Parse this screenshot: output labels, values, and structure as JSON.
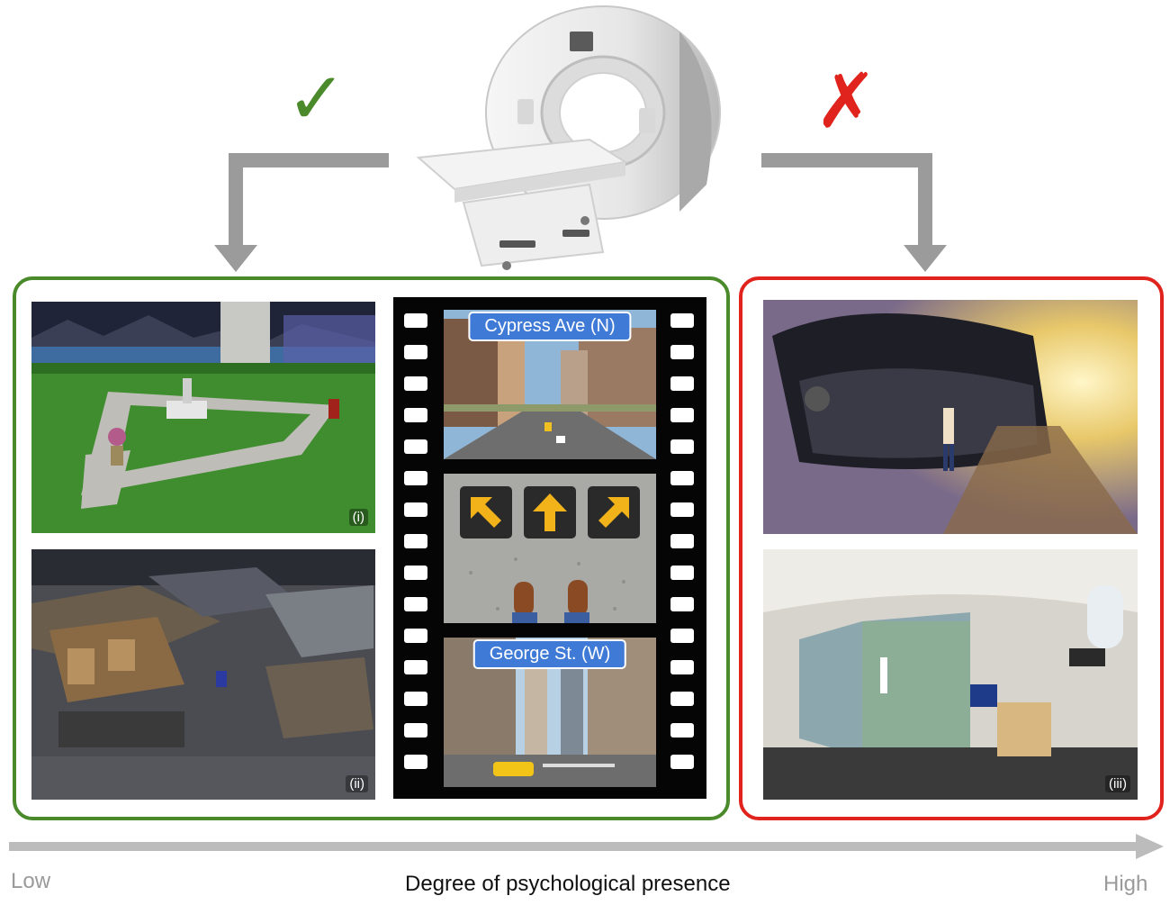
{
  "symbols": {
    "check": "✓",
    "cross": "✗"
  },
  "colors": {
    "check": "#4a8a2a",
    "cross": "#e0231c",
    "left_panel_border": "#4a8a2a",
    "right_panel_border": "#e0231c",
    "arrows": "#9b9b9b",
    "sign": "#3f7bd6"
  },
  "icons": [
    "mri-scanner-image",
    "checkmark-icon",
    "cross-icon",
    "arrow-down-left",
    "arrow-down-right",
    "arrow-up-left-icon",
    "arrow-up-icon",
    "arrow-up-right-icon"
  ],
  "left_panel": {
    "labels": {
      "i": "(i)",
      "ii": "(ii)"
    },
    "film": {
      "top_sign": "Cypress Ave (N)",
      "bottom_sign": "George St. (W)"
    }
  },
  "right_panel": {
    "labels": {
      "iii": "(iii)"
    }
  },
  "axis": {
    "low": "Low",
    "title": "Degree of psychological presence",
    "high": "High"
  }
}
